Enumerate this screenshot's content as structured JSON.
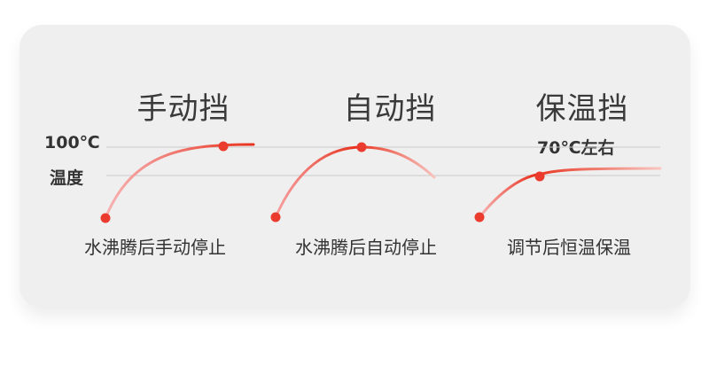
{
  "axis": {
    "top_label": "100℃",
    "bottom_label": "温度"
  },
  "modes": [
    {
      "title": "手动挡",
      "description": "水沸腾后手动停止"
    },
    {
      "title": "自动挡",
      "description": "水沸腾后自动停止"
    },
    {
      "title": "保温挡",
      "description": "调节后恒温保温",
      "annotation": "70℃左右"
    }
  ],
  "colors": {
    "curve_start": "#f7b4b4",
    "curve_end": "#e8321e",
    "dot": "#ea3b2e",
    "gridline": "#c9c9c9",
    "card_bg": "#f0efef"
  }
}
